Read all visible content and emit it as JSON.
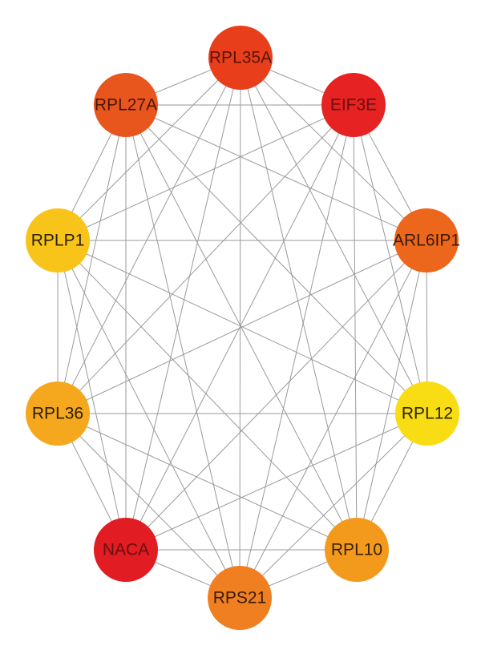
{
  "network": {
    "nodes": [
      {
        "id": "RPL35A",
        "label": "RPL35A",
        "color": "#e93e1c",
        "text_color": "#5a1408"
      },
      {
        "id": "EIF3E",
        "label": "EIF3E",
        "color": "#e62222",
        "text_color": "#6a0f0f"
      },
      {
        "id": "ARL6IP1",
        "label": "ARL6IP1",
        "color": "#ec661c",
        "text_color": "#3a1a08"
      },
      {
        "id": "RPL12",
        "label": "RPL12",
        "color": "#f8dc14",
        "text_color": "#2a2400"
      },
      {
        "id": "RPL10",
        "label": "RPL10",
        "color": "#f39a1c",
        "text_color": "#3a2206"
      },
      {
        "id": "RPS21",
        "label": "RPS21",
        "color": "#ef7f21",
        "text_color": "#3a1a06"
      },
      {
        "id": "NACA",
        "label": "NACA",
        "color": "#e11c22",
        "text_color": "#6a0f0f"
      },
      {
        "id": "RPL36",
        "label": "RPL36",
        "color": "#f5a81e",
        "text_color": "#2a1a04"
      },
      {
        "id": "RPLP1",
        "label": "RPLP1",
        "color": "#f9c41a",
        "text_color": "#2a2004"
      },
      {
        "id": "RPL27A",
        "label": "RPL27A",
        "color": "#e8561e",
        "text_color": "#4a1608"
      }
    ],
    "edges": [
      [
        "RPL35A",
        "EIF3E"
      ],
      [
        "RPL35A",
        "RPL27A"
      ],
      [
        "RPL35A",
        "RPLP1"
      ],
      [
        "RPL35A",
        "RPL36"
      ],
      [
        "RPL35A",
        "NACA"
      ],
      [
        "RPL35A",
        "RPS21"
      ],
      [
        "RPL35A",
        "RPL10"
      ],
      [
        "RPL35A",
        "RPL12"
      ],
      [
        "RPL35A",
        "ARL6IP1"
      ],
      [
        "EIF3E",
        "RPL27A"
      ],
      [
        "EIF3E",
        "RPLP1"
      ],
      [
        "EIF3E",
        "RPL36"
      ],
      [
        "EIF3E",
        "NACA"
      ],
      [
        "EIF3E",
        "RPS21"
      ],
      [
        "EIF3E",
        "RPL10"
      ],
      [
        "EIF3E",
        "RPL12"
      ],
      [
        "EIF3E",
        "ARL6IP1"
      ],
      [
        "RPL27A",
        "ARL6IP1"
      ],
      [
        "RPL27A",
        "RPL12"
      ],
      [
        "RPL27A",
        "RPL10"
      ],
      [
        "RPL27A",
        "RPS21"
      ],
      [
        "RPL27A",
        "NACA"
      ],
      [
        "RPL27A",
        "RPL36"
      ],
      [
        "RPL27A",
        "RPLP1"
      ],
      [
        "RPLP1",
        "ARL6IP1"
      ],
      [
        "RPLP1",
        "RPL12"
      ],
      [
        "RPLP1",
        "RPL10"
      ],
      [
        "RPLP1",
        "RPS21"
      ],
      [
        "RPLP1",
        "NACA"
      ],
      [
        "RPLP1",
        "RPL36"
      ],
      [
        "ARL6IP1",
        "RPL36"
      ],
      [
        "ARL6IP1",
        "NACA"
      ],
      [
        "ARL6IP1",
        "RPS21"
      ],
      [
        "ARL6IP1",
        "RPL10"
      ],
      [
        "ARL6IP1",
        "RPL12"
      ],
      [
        "RPL36",
        "RPL12"
      ],
      [
        "RPL36",
        "RPL10"
      ],
      [
        "RPL36",
        "RPS21"
      ],
      [
        "RPL36",
        "NACA"
      ],
      [
        "RPL12",
        "NACA"
      ],
      [
        "RPL12",
        "RPS21"
      ],
      [
        "RPL12",
        "RPL10"
      ],
      [
        "NACA",
        "RPL10"
      ],
      [
        "NACA",
        "RPS21"
      ],
      [
        "RPS21",
        "RPL10"
      ]
    ]
  }
}
